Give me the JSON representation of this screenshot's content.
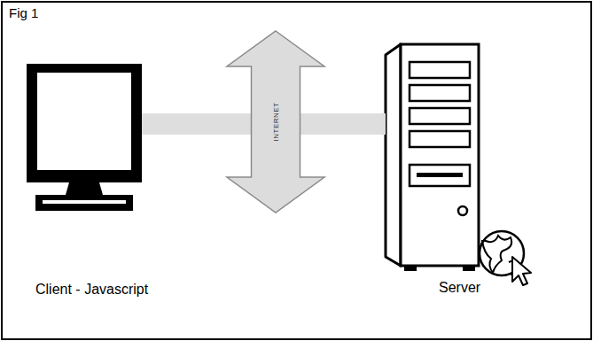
{
  "diagram": {
    "title": "Fig 1",
    "nodes": [
      {
        "text": [
          "Client - Javascript"
        ]
      },
      {
        "text": [
          "INTERNET"
        ]
      },
      {
        "text": [
          "Server"
        ]
      }
    ],
    "edges": [
      {
        "from": 0,
        "to": 1,
        "arrow": "none"
      },
      {
        "from": 1,
        "to": 2,
        "arrow": "none"
      }
    ]
  }
}
